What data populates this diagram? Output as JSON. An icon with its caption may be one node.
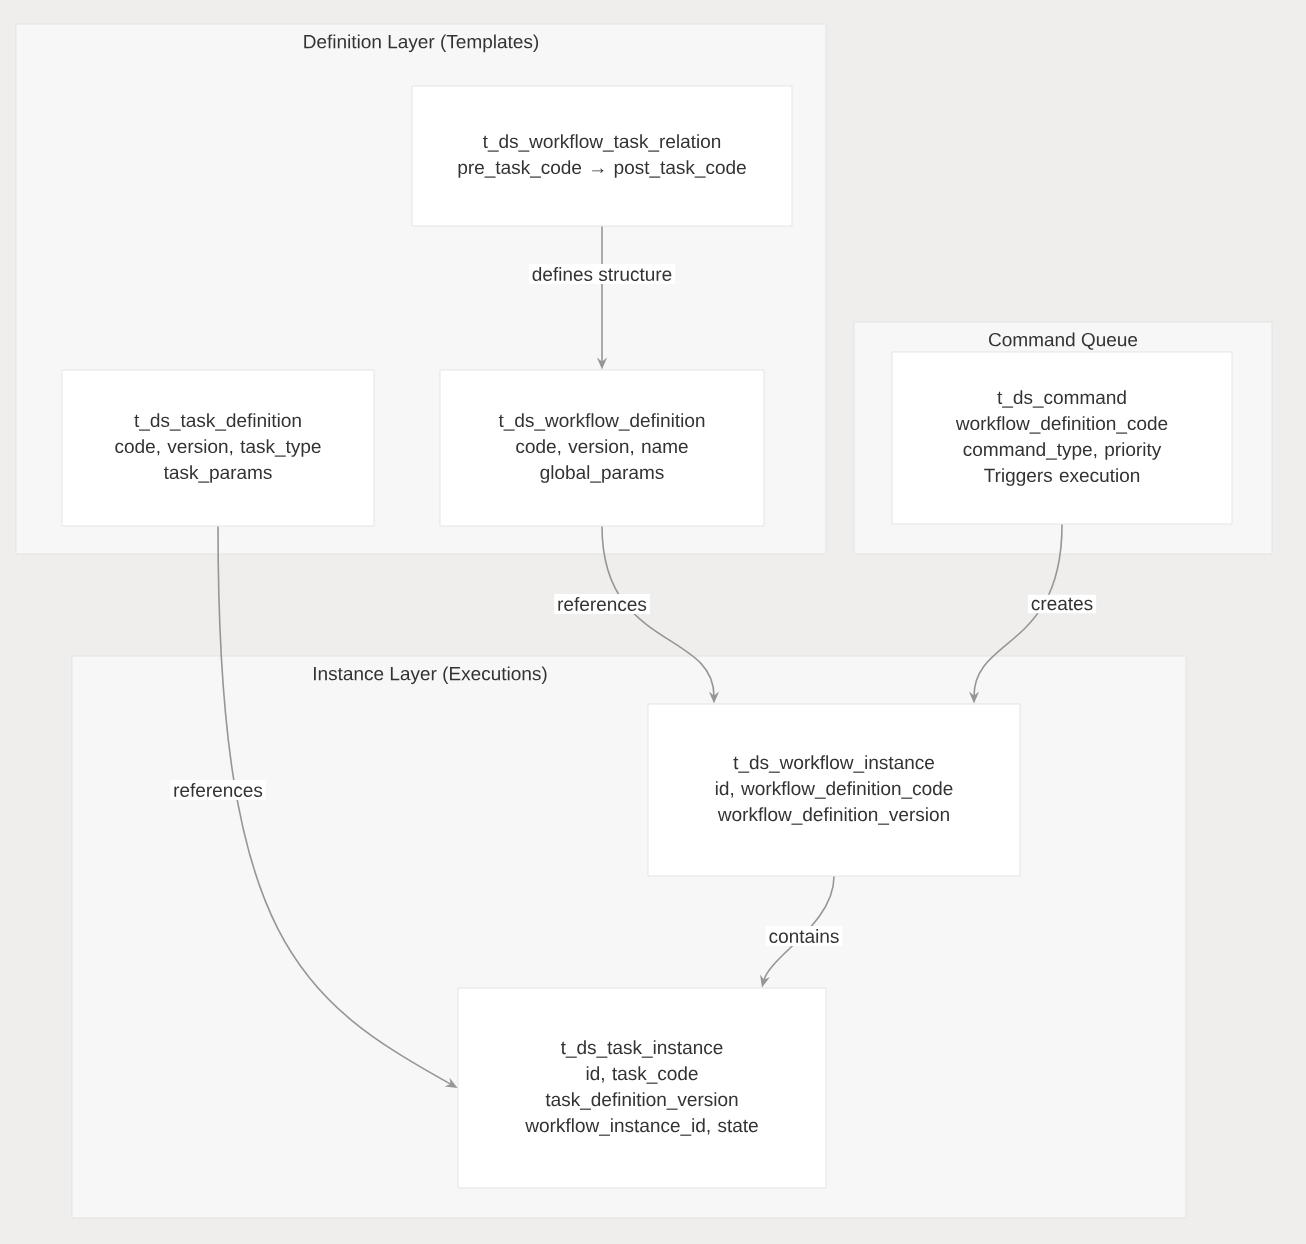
{
  "diagram": {
    "nodes": [
      {
        "text": [
          "Definition Layer (Templates)"
        ]
      },
      {
        "text": [
          "t_ds_workflow_task_relation",
          "pre_task_code → post_task_code"
        ],
        "in": 0
      },
      {
        "text": [
          "t_ds_task_definition",
          "code, version, task_type",
          "task_params"
        ],
        "in": 0
      },
      {
        "text": [
          "t_ds_workflow_definition",
          "code, version, name",
          "global_params"
        ],
        "in": 0
      },
      {
        "text": [
          "Command Queue"
        ]
      },
      {
        "text": [
          "t_ds_command",
          "workflow_definition_code",
          "command_type, priority",
          "Triggers execution"
        ],
        "in": 4
      },
      {
        "text": [
          "Instance Layer (Executions)"
        ]
      },
      {
        "text": [
          "t_ds_workflow_instance",
          "id, workflow_definition_code",
          "workflow_definition_version"
        ],
        "in": 6
      },
      {
        "text": [
          "t_ds_task_instance",
          "id, task_code",
          "task_definition_version",
          "workflow_instance_id, state"
        ],
        "in": 6
      }
    ],
    "edges": [
      {
        "from": 1,
        "to": 3,
        "arrow": "to",
        "label": "defines structure"
      },
      {
        "from": 3,
        "to": 7,
        "arrow": "to",
        "label": "references"
      },
      {
        "from": 5,
        "to": 7,
        "arrow": "to",
        "label": "creates"
      },
      {
        "from": 7,
        "to": 8,
        "arrow": "to",
        "label": "contains"
      },
      {
        "from": 2,
        "to": 8,
        "arrow": "to",
        "label": "references"
      }
    ]
  }
}
